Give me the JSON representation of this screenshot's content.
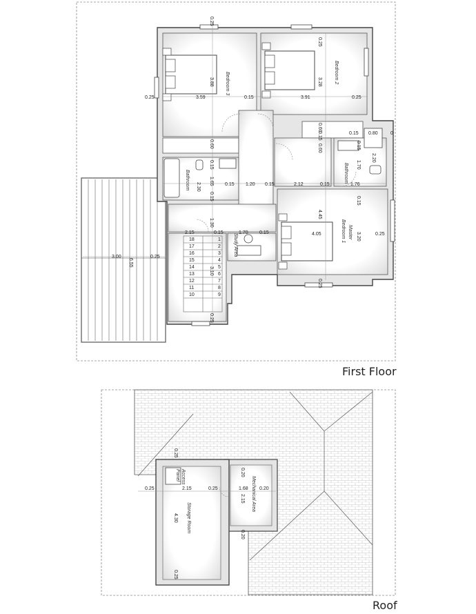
{
  "first_floor": {
    "caption": "First Floor",
    "rooms": {
      "bedroom3": "Bedroom 3",
      "bedroom2": "Bedroom 2",
      "bathroom_left": "Bathroom",
      "bathroom_right": "Bathroom",
      "master1": "Master",
      "master2": "Bedroom 1",
      "study": "Study Area"
    },
    "dims": {
      "top_025": "0.25",
      "d388": "3.88",
      "d359": "3.59",
      "d015a": "0.15",
      "d025left": "0.25",
      "d328": "3.28",
      "d391": "3.91",
      "d025r": "0.25",
      "d025b2": "0.25",
      "d060a": "0.60",
      "d015b": "0.15",
      "d080": "0.80",
      "d0": "0",
      "d015c": "0.15",
      "d015d": "0.15",
      "d060b": "0.60",
      "d220": "2.20",
      "d060c": "0.60",
      "d015e": "0.15",
      "d165": "1.65",
      "d015f": "0.15",
      "d170": "1.70",
      "d230": "2.30",
      "d015g": "0.15",
      "d120": "1.20",
      "d015h": "0.15",
      "d212": "2.12",
      "d015i": "0.15",
      "d176": "1.76",
      "d015j": "0.15",
      "d130": "1.30",
      "d445": "4.45",
      "d405": "4.05",
      "d320": "3.20",
      "d025k": "0.25",
      "d215": "2.15",
      "d015k": "0.15",
      "d170b": "1.70",
      "d015l": "0.15",
      "d300": "3.00",
      "d655": "6.55",
      "d025m": "0.25",
      "d310": "3.10",
      "d025n": "0.25",
      "d025o": "0.25"
    },
    "stair_numbers": [
      "18",
      "17",
      "16",
      "15",
      "14",
      "13",
      "12",
      "11",
      "10",
      "1",
      "2",
      "3",
      "4",
      "5",
      "6",
      "7",
      "8",
      "9"
    ]
  },
  "roof": {
    "caption": "Roof",
    "rooms": {
      "access1": "Access",
      "access2": "Panel",
      "storage": "Storage Room",
      "mech": "Mechanical Area"
    },
    "dims": {
      "r025a": "0.25",
      "r020a": "0.20",
      "r025b": "0.25",
      "r215": "2.15",
      "r025c": "0.25",
      "r168": "1.68",
      "r020b": "0.20",
      "r215b": "2.15",
      "r430": "4.30",
      "r020c": "0.20",
      "r025d": "0.25"
    }
  }
}
